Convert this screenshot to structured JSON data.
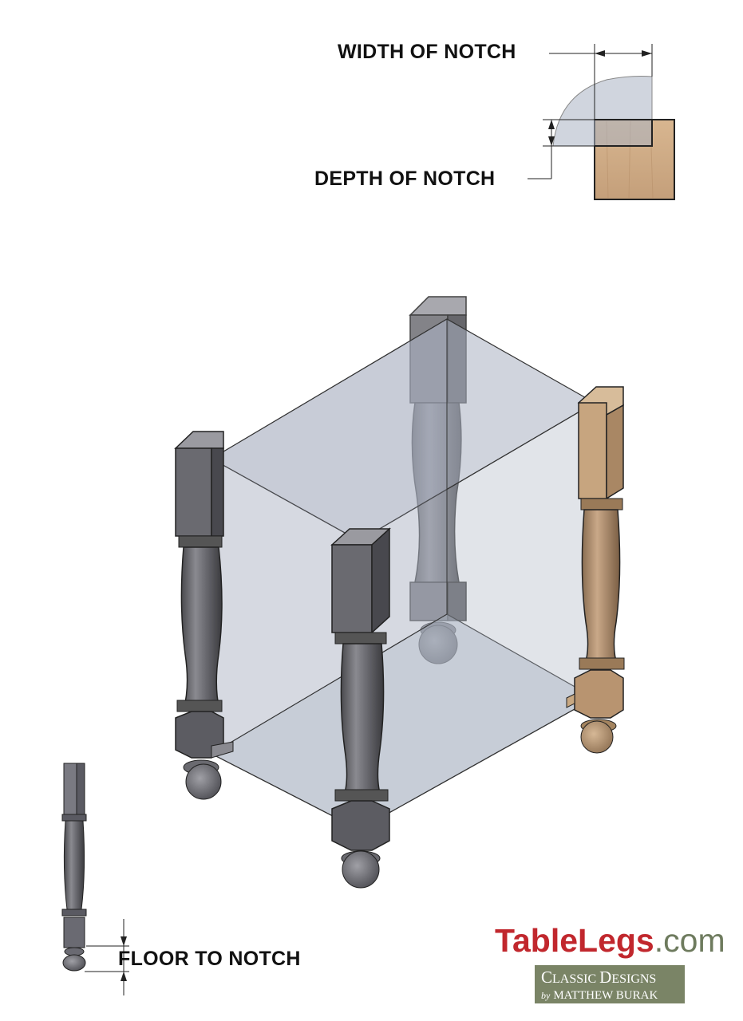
{
  "labels": {
    "width_of_notch": "WIDTH OF NOTCH",
    "depth_of_notch": "DEPTH OF NOTCH",
    "floor_to_notch": "FLOOR TO NOTCH"
  },
  "brand": {
    "name_primary": "TableLegs",
    "name_suffix": ".com",
    "primary_color": "#c1272d",
    "suffix_color": "#6e7b5e",
    "badge_line1_cap1": "C",
    "badge_line1_rest1": "LASSIC ",
    "badge_line1_cap2": "D",
    "badge_line1_rest2": "ESIGNS",
    "badge_line2_by": "by",
    "badge_line2_name": "MATTHEW BURAK",
    "badge_color": "#7a8466"
  },
  "colors": {
    "leg_gray": "#5c5c60",
    "leg_wood": "#b0906c",
    "glass": "#a9b1c1"
  }
}
